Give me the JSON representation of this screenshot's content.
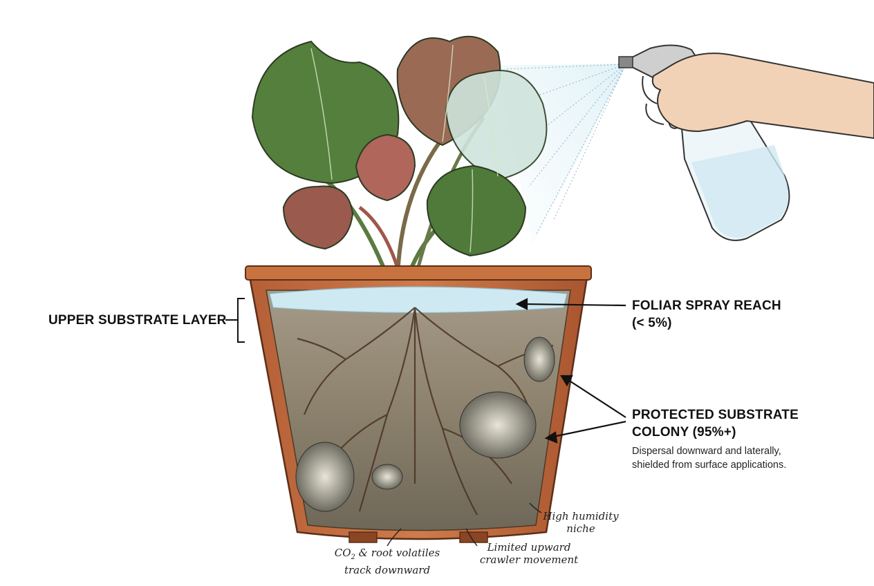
{
  "labels": {
    "upper_substrate": "UPPER SUBSTRATE LAYER",
    "foliar_spray_line1": "FOLIAR SPRAY REACH",
    "foliar_spray_line2": "(< 5%)",
    "protected_line1": "PROTECTED SUBSTRATE",
    "protected_line2": "COLONY (95%+)",
    "protected_desc_line1": "Dispersal downward and laterally,",
    "protected_desc_line2": "shielded from surface applications."
  },
  "annotations": {
    "humidity_line1": "High humidity",
    "humidity_line2": "niche",
    "crawler_line1": "Limited upward",
    "crawler_line2": "crawler movement",
    "co2_line1_main": "CO",
    "co2_line1_sub": "2",
    "co2_line1_rest": " & root volatiles",
    "co2_line2": "track downward"
  },
  "colors": {
    "pot": "#c46b3e",
    "pot_dark": "#9a4d28",
    "soil": "#8a8070",
    "leaf": "#4f7a3a",
    "leaf_red": "#9a5a4e",
    "water": "#cfe9f2"
  }
}
